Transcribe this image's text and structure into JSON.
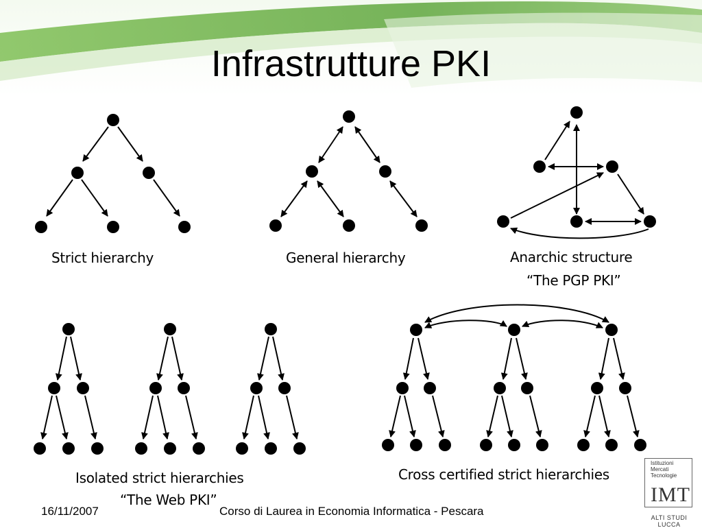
{
  "slide": {
    "title": "Infrastrutture PKI",
    "captions": {
      "strict": "Strict hierarchy",
      "general": "General hierarchy",
      "anarchic_line1": "Anarchic structure",
      "anarchic_line2": "“The PGP PKI”",
      "isolated_line1": "Isolated strict hierarchies",
      "isolated_line2": "“The Web PKI”",
      "cross": "Cross certified strict hierarchies"
    },
    "footer": {
      "date": "16/11/2007",
      "course": "Corso di Laurea in Economia Informatica - Pescara"
    },
    "logo": {
      "institution_lines": [
        "Istituzioni",
        "Mercati",
        "Tecnologie"
      ],
      "abbr": "IMT",
      "subtitle": "ALTI STUDI LUCCA"
    },
    "colors": {
      "banner_green": "#6fae4a",
      "banner_light": "#cfe6bf",
      "node": "#000000"
    }
  }
}
